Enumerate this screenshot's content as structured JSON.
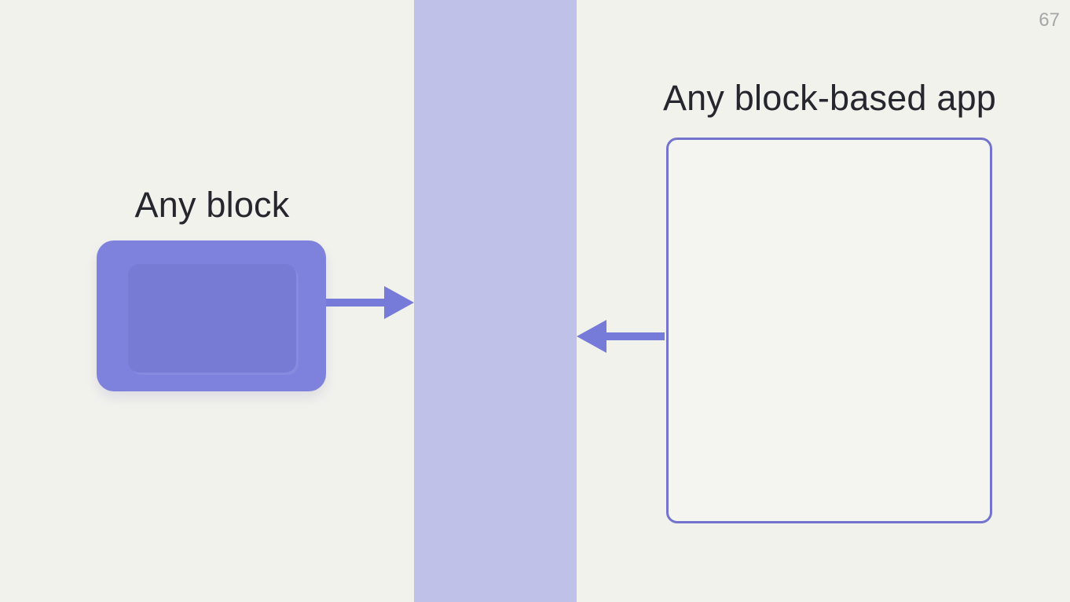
{
  "page": {
    "number": "67"
  },
  "left": {
    "title": "Any block"
  },
  "right": {
    "title": "Any block-based app"
  },
  "icons": {
    "right_arrow": "arrow-right-icon",
    "left_arrow": "arrow-left-icon"
  },
  "colors": {
    "background": "#f2f2ed",
    "band": "#c0c1e9",
    "block_fill": "#7e82dd",
    "block_inner": "rgba(20, 20, 80, 0.055)",
    "arrow": "#767bd9",
    "outline_box_border": "#7473cd",
    "title_text": "#26262e",
    "page_number": "#a6a6a6"
  }
}
